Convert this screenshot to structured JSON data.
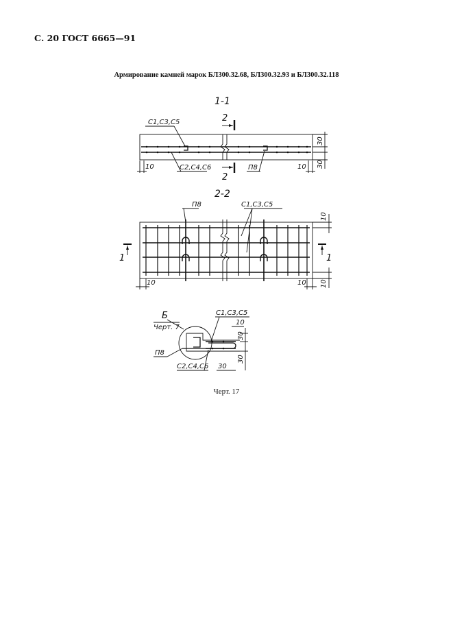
{
  "header": "С. 20 ГОСТ 6665—91",
  "title": "Армирование камней марок БЛ300.32.68, БЛ300.32.93 и БЛ300.32.118",
  "caption": "Черт. 17",
  "section_1": {
    "label": "1-1",
    "cut_label": "2",
    "rebar_top": "С1,С3,С5",
    "rebar_bottom": "С2,С4,С6",
    "loop": "П8",
    "dim_side": "10",
    "dim_height": "30"
  },
  "section_2": {
    "label": "2-2",
    "cut_label": "1",
    "loop": "П8",
    "rebar": "С1,С3,С5",
    "dim_side": "10"
  },
  "detail": {
    "label": "Б",
    "ref": "Черт. 7",
    "rebar_top": "С1,С3,С5",
    "rebar_bottom": "С2,С4,С6",
    "loop": "П8",
    "dim_10": "10",
    "dim_30": "30"
  }
}
